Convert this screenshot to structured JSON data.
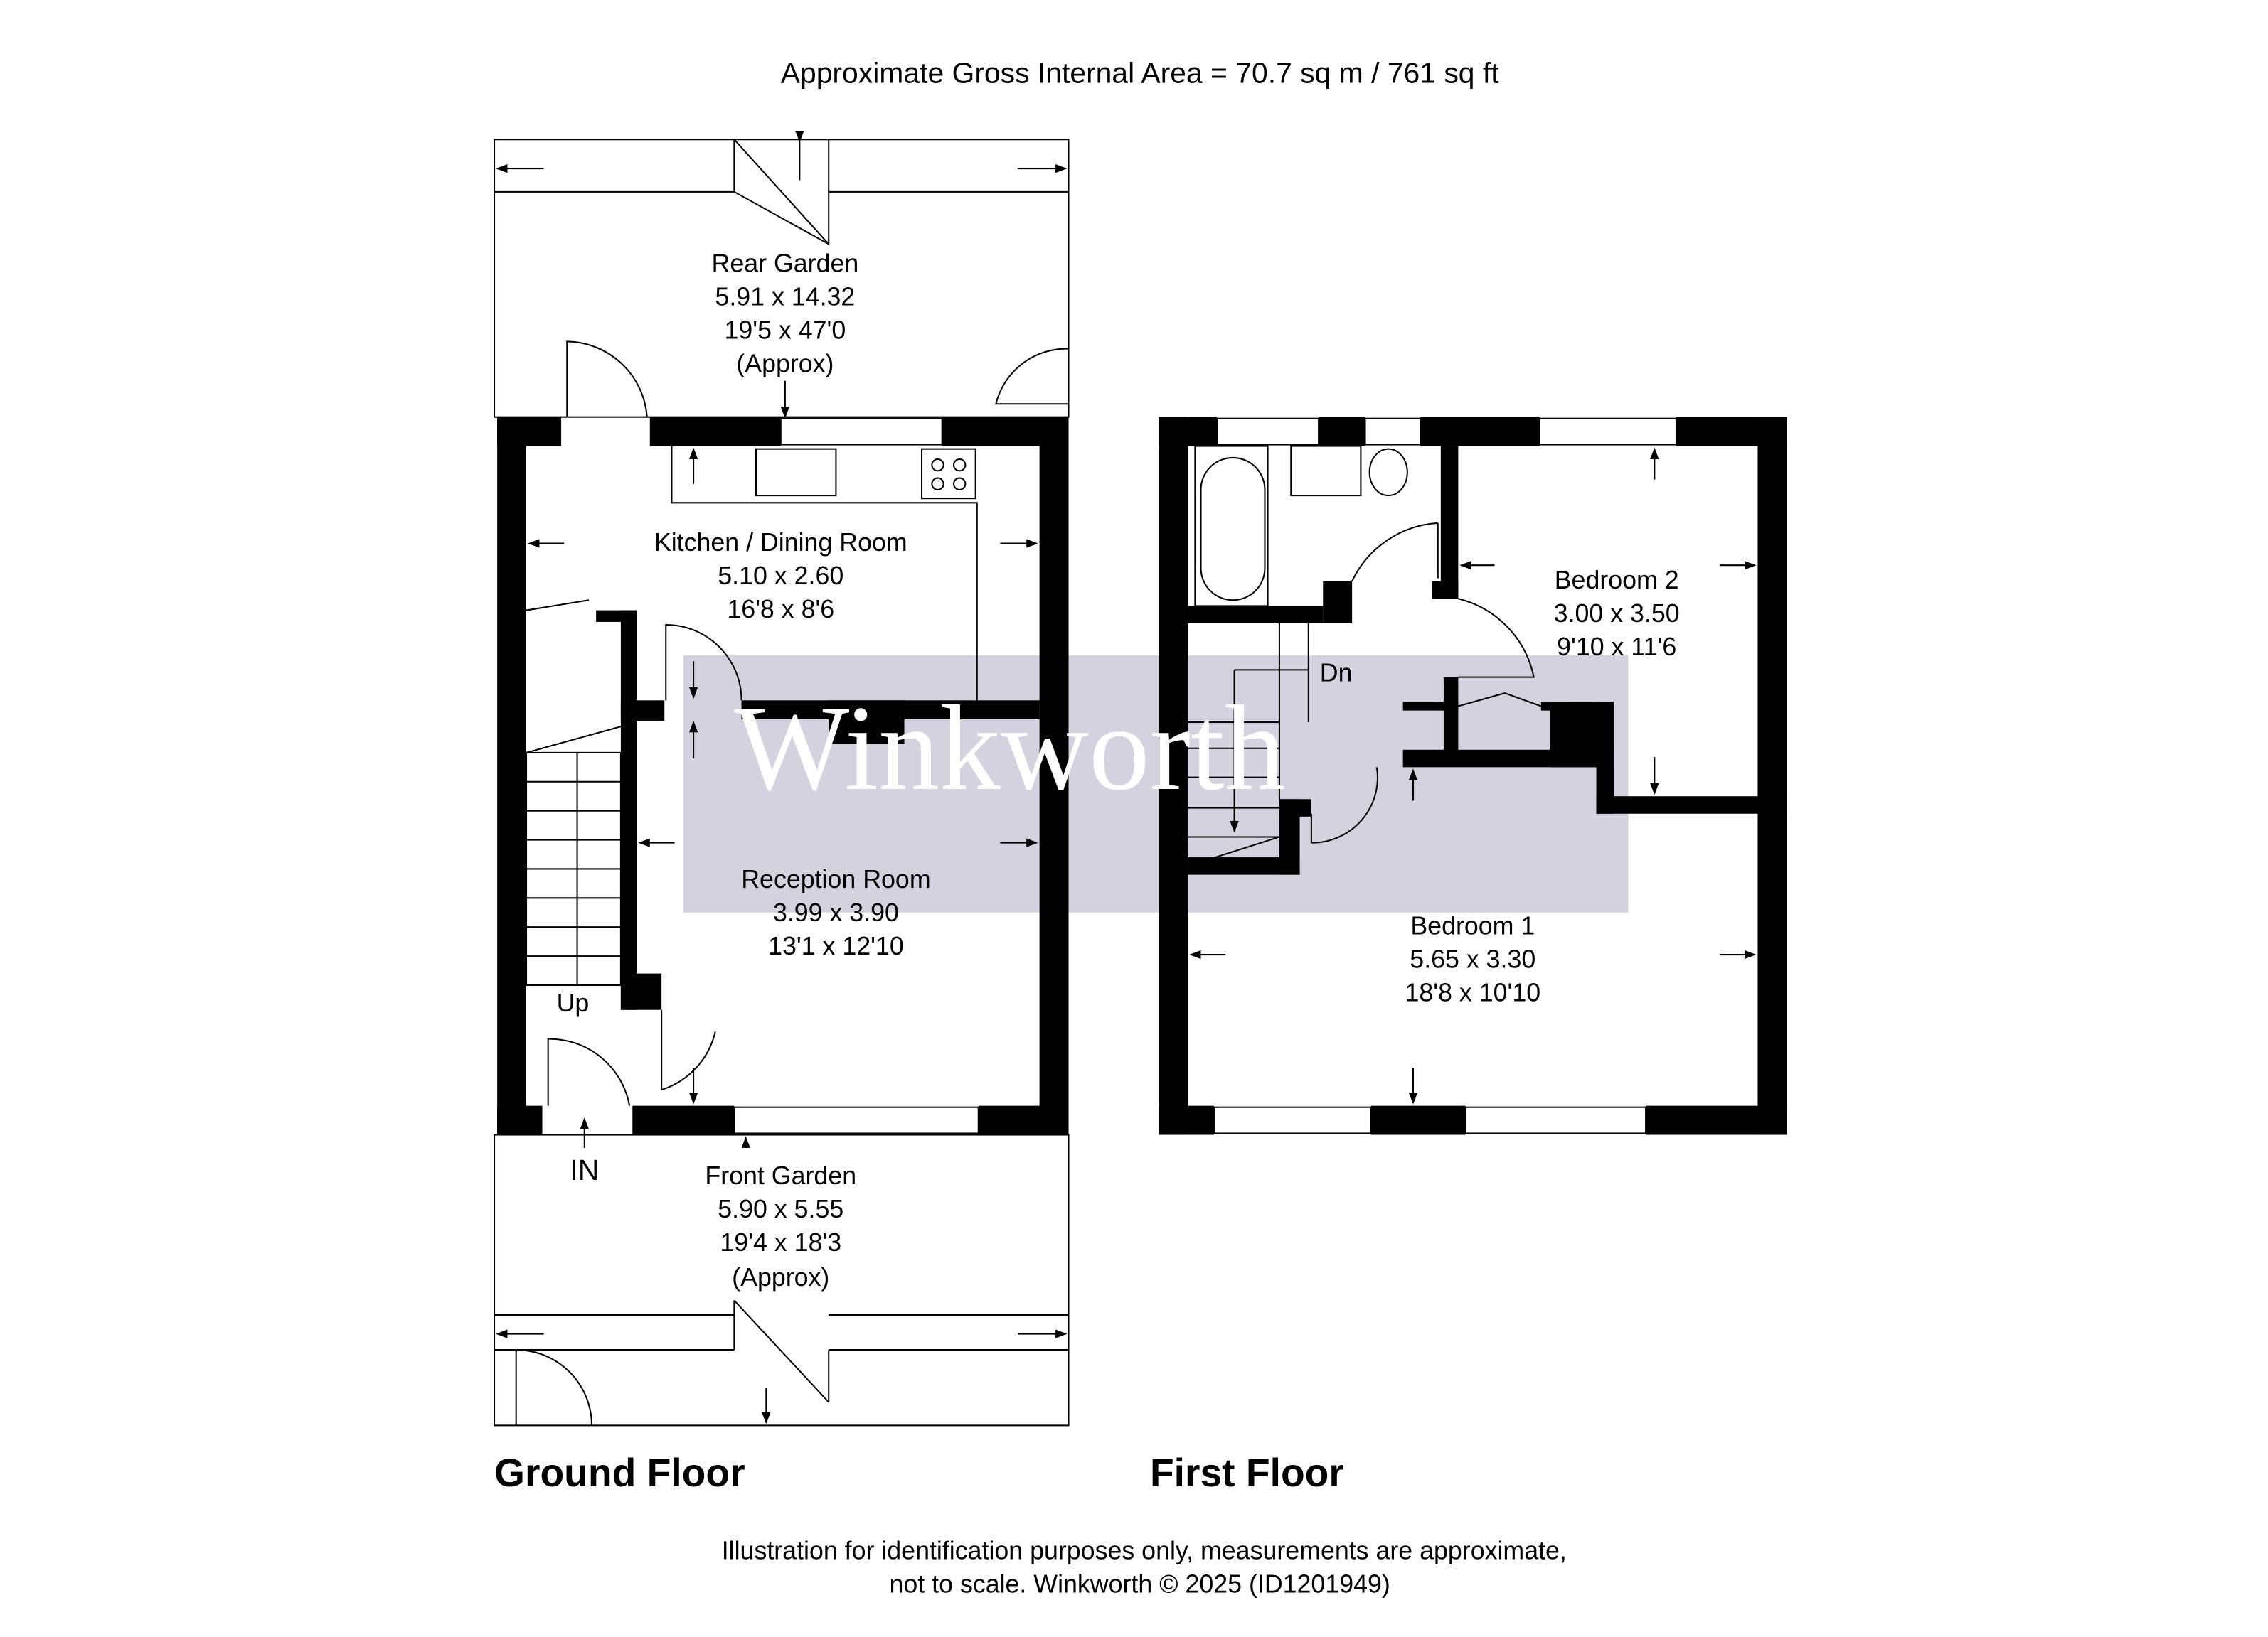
{
  "header": {
    "area": "Approximate Gross Internal Area = 70.7 sq m / 761 sq ft"
  },
  "watermark": {
    "text": "Winkworth",
    "color": "#d3d2de"
  },
  "ground_floor": {
    "title": "Ground Floor",
    "rooms": [
      {
        "name": "Rear Garden",
        "metric": "5.91 x 14.32",
        "imperial": "19'5 x 47'0",
        "note": "(Approx)"
      },
      {
        "name": "Kitchen / Dining Room",
        "metric": "5.10 x 2.60",
        "imperial": "16'8 x 8'6"
      },
      {
        "name": "Reception Room",
        "metric": "3.99 x 3.90",
        "imperial": "13'1 x 12'10"
      },
      {
        "name": "Front Garden",
        "metric": "5.90 x 5.55",
        "imperial": "19'4 x 18'3",
        "note": "(Approx)"
      }
    ],
    "stairs_label": "Up",
    "entrance_label": "IN"
  },
  "first_floor": {
    "title": "First Floor",
    "rooms": [
      {
        "name": "Bedroom 2",
        "metric": "3.00 x 3.50",
        "imperial": "9'10 x 11'6"
      },
      {
        "name": "Bedroom 1",
        "metric": "5.65 x 3.30",
        "imperial": "18'8 x 10'10"
      }
    ],
    "stairs_label": "Dn"
  },
  "footer": {
    "line1": "Illustration for identification purposes only, measurements are approximate,",
    "line2": "not to scale. Winkworth © 2025 (ID1201949)"
  }
}
